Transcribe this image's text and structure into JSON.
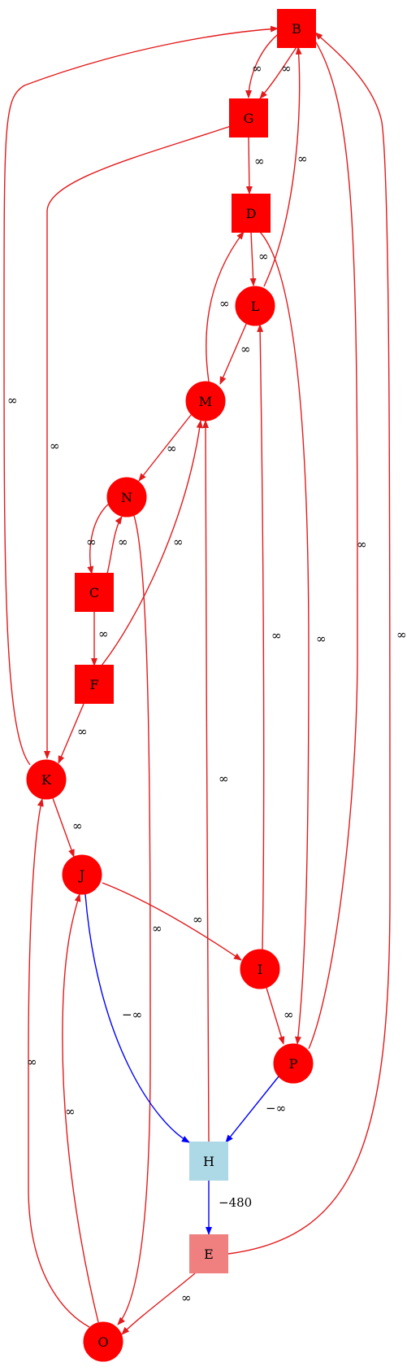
{
  "colors": {
    "red": "#ff0000",
    "edge_red": "#e31a1c",
    "blue": "#0000ff",
    "lightblue": "#add8e6",
    "lightcoral": "#f08080",
    "text": "#000000"
  },
  "nodes": [
    {
      "id": "B",
      "label": "B",
      "shape": "box",
      "fill": "#ff0000"
    },
    {
      "id": "G",
      "label": "G",
      "shape": "box",
      "fill": "#ff0000"
    },
    {
      "id": "D",
      "label": "D",
      "shape": "box",
      "fill": "#ff0000"
    },
    {
      "id": "L",
      "label": "L",
      "shape": "circle",
      "fill": "#ff0000"
    },
    {
      "id": "M",
      "label": "M",
      "shape": "circle",
      "fill": "#ff0000"
    },
    {
      "id": "N",
      "label": "N",
      "shape": "circle",
      "fill": "#ff0000"
    },
    {
      "id": "C",
      "label": "C",
      "shape": "box",
      "fill": "#ff0000"
    },
    {
      "id": "F",
      "label": "F",
      "shape": "box",
      "fill": "#ff0000"
    },
    {
      "id": "K",
      "label": "K",
      "shape": "circle",
      "fill": "#ff0000"
    },
    {
      "id": "J",
      "label": "J",
      "shape": "circle",
      "fill": "#ff0000"
    },
    {
      "id": "I",
      "label": "I",
      "shape": "circle",
      "fill": "#ff0000"
    },
    {
      "id": "P",
      "label": "P",
      "shape": "circle",
      "fill": "#ff0000"
    },
    {
      "id": "H",
      "label": "H",
      "shape": "box",
      "fill": "#add8e6"
    },
    {
      "id": "E",
      "label": "E",
      "shape": "box",
      "fill": "#f08080"
    },
    {
      "id": "O",
      "label": "O",
      "shape": "circle",
      "fill": "#ff0000"
    }
  ],
  "edges": [
    {
      "from": "B",
      "to": "G",
      "label": "∞",
      "color": "red"
    },
    {
      "from": "B",
      "to": "G",
      "label": "∞",
      "color": "red"
    },
    {
      "from": "G",
      "to": "D",
      "label": "∞",
      "color": "red"
    },
    {
      "from": "G",
      "to": "K",
      "label": "∞",
      "color": "red"
    },
    {
      "from": "L",
      "to": "B",
      "label": "∞",
      "color": "red"
    },
    {
      "from": "D",
      "to": "L",
      "label": "∞",
      "color": "red"
    },
    {
      "from": "D",
      "to": "P",
      "label": "∞",
      "color": "red"
    },
    {
      "from": "L",
      "to": "M",
      "label": "∞",
      "color": "red"
    },
    {
      "from": "M",
      "to": "D",
      "label": "∞",
      "color": "red"
    },
    {
      "from": "M",
      "to": "N",
      "label": "∞",
      "color": "red"
    },
    {
      "from": "N",
      "to": "C",
      "label": "∞",
      "color": "red"
    },
    {
      "from": "C",
      "to": "N",
      "label": "∞",
      "color": "red"
    },
    {
      "from": "N",
      "to": "O",
      "label": "∞",
      "color": "red"
    },
    {
      "from": "C",
      "to": "F",
      "label": "∞",
      "color": "red"
    },
    {
      "from": "F",
      "to": "M",
      "label": "∞",
      "color": "red"
    },
    {
      "from": "F",
      "to": "K",
      "label": "∞",
      "color": "red"
    },
    {
      "from": "K",
      "to": "B",
      "label": "∞",
      "color": "red"
    },
    {
      "from": "K",
      "to": "J",
      "label": "∞",
      "color": "red"
    },
    {
      "from": "J",
      "to": "I",
      "label": "∞",
      "color": "red"
    },
    {
      "from": "J",
      "to": "H",
      "label": "−∞",
      "color": "blue"
    },
    {
      "from": "I",
      "to": "L",
      "label": "∞",
      "color": "red"
    },
    {
      "from": "I",
      "to": "P",
      "label": "∞",
      "color": "red"
    },
    {
      "from": "P",
      "to": "B",
      "label": "∞",
      "color": "red"
    },
    {
      "from": "P",
      "to": "H",
      "label": "−∞",
      "color": "blue"
    },
    {
      "from": "H",
      "to": "M",
      "label": "∞",
      "color": "red"
    },
    {
      "from": "H",
      "to": "E",
      "label": "−480",
      "color": "blue"
    },
    {
      "from": "E",
      "to": "B",
      "label": "∞",
      "color": "red"
    },
    {
      "from": "E",
      "to": "O",
      "label": "∞",
      "color": "red"
    },
    {
      "from": "O",
      "to": "K",
      "label": "∞",
      "color": "red"
    },
    {
      "from": "O",
      "to": "J",
      "label": "∞",
      "color": "red"
    }
  ]
}
